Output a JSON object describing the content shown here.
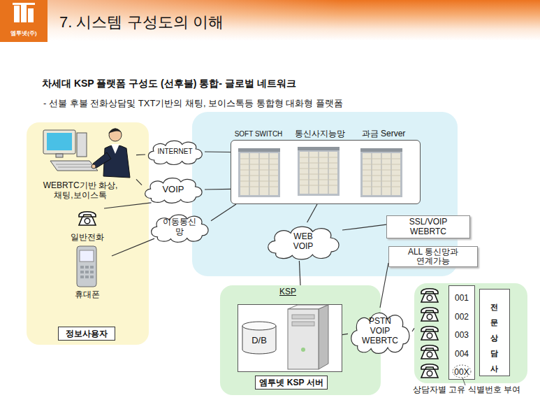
{
  "diagram": {
    "title": "7. 시스템 구성도의 이해",
    "nodes": [
      {
        "text": [
          "정보사용자"
        ]
      },
      {
        "text": [
          "WEBRTC기반 화상,채팅,보이스톡"
        ],
        "in": 0
      },
      {
        "text": [
          "일반전화"
        ],
        "in": 0
      },
      {
        "text": [
          "휴대폰"
        ],
        "in": 0
      },
      {
        "text": [
          "INTERNET"
        ]
      },
      {
        "text": [
          "VOIP"
        ]
      },
      {
        "text": [
          "이동통신 망"
        ]
      },
      {
        "text": [
          "SOFT SWITCH"
        ]
      },
      {
        "text": [
          "통신사지능망"
        ]
      },
      {
        "text": [
          "과금 Server"
        ]
      },
      {
        "text": [
          "WEB VOIP"
        ]
      },
      {
        "text": [
          "SSL/VOIP WEBRTC"
        ]
      },
      {
        "text": [
          "ALL 통신망과 연계가능"
        ]
      },
      {
        "text": [
          "KSP"
        ]
      },
      {
        "text": [
          "엠투넷 KSP 서버"
        ],
        "in": 13
      },
      {
        "text": [
          "D/B"
        ],
        "in": 14
      },
      {
        "text": [
          "PSTN VOIP WEBRTC"
        ]
      },
      {
        "text": [
          "상담자별 고유 식별번호 부여"
        ]
      },
      {
        "text": [
          "001",
          "002",
          "003",
          "004",
          "00X"
        ],
        "in": 17
      },
      {
        "text": [
          "전문상담사"
        ],
        "in": 17
      }
    ],
    "edges": [
      {
        "from": 1,
        "to": 4,
        "arrow": "none"
      },
      {
        "from": 4,
        "to": 7,
        "arrow": "none"
      },
      {
        "from": 1,
        "to": 5,
        "arrow": "none"
      },
      {
        "from": 5,
        "to": 7,
        "arrow": "none"
      },
      {
        "from": 2,
        "to": 5,
        "arrow": "none"
      },
      {
        "from": 3,
        "to": 6,
        "arrow": "none"
      },
      {
        "from": 6,
        "to": 7,
        "arrow": "none"
      },
      {
        "from": 8,
        "to": 10,
        "arrow": "none"
      },
      {
        "from": 10,
        "to": 13,
        "arrow": "none"
      },
      {
        "from": 11,
        "to": 10,
        "arrow": "none"
      },
      {
        "from": 12,
        "to": 16,
        "arrow": "none"
      },
      {
        "from": 14,
        "to": 16,
        "arrow": "none"
      },
      {
        "from": 16,
        "to": 17,
        "arrow": "none"
      }
    ],
    "labels": [
      "엠투넷(주)",
      "차세대 KSP 플랫폼 구성도 (선후불) 통합- 글로벌 네트워크",
      "- 선불 후불 전화상담및 TXT기반의 채팅, 보이스톡등 통합형 대화형 플랫폼"
    ]
  }
}
